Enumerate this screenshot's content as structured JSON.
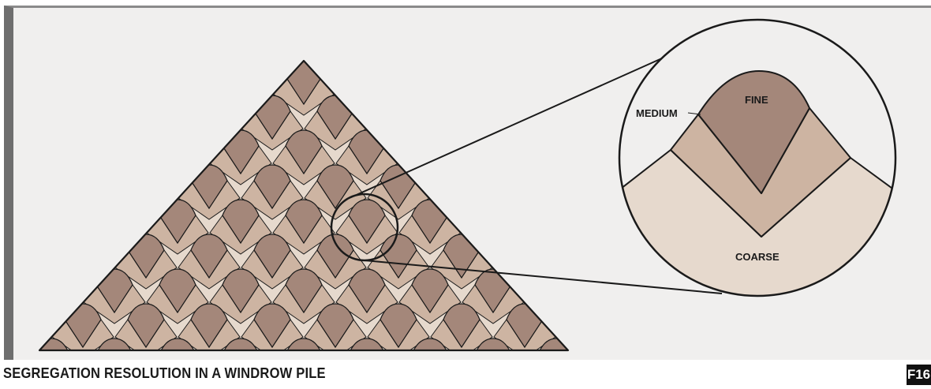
{
  "caption": "SEGREGATION RESOLUTION IN A WINDROW PILE",
  "figure_tag": "F16",
  "zoom_labels": {
    "fine": "FINE",
    "medium": "MEDIUM",
    "coarse": "COARSE"
  },
  "colors": {
    "fine": "#a4877a",
    "medium": "#cdb4a2",
    "coarse": "#e6d9cd",
    "outline": "#1a1a1a",
    "background": "#f0efee"
  }
}
